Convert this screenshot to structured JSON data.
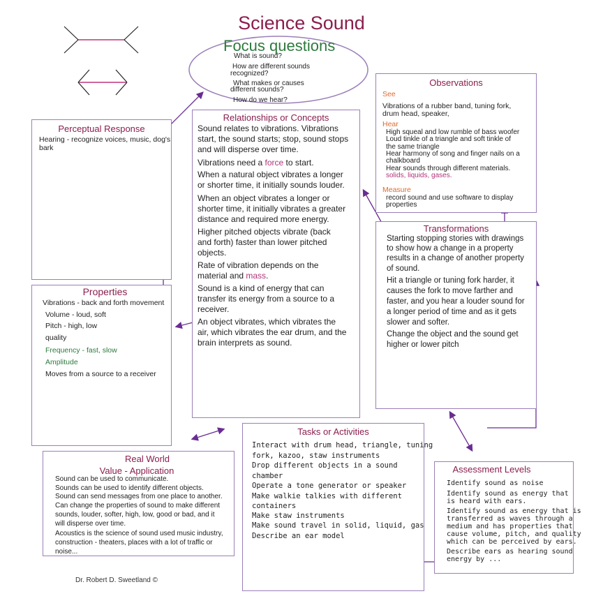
{
  "title": "Science Sound",
  "focus": {
    "heading": "Focus questions",
    "q1": "What is sound?",
    "q2a": "How are different sounds",
    "q2b": "recognized?",
    "q3a": "What makes or causes",
    "q3b": "different sounds?",
    "q4": "How do we hear?"
  },
  "perceptual": {
    "heading": "Perceptual Response",
    "l1": "Hearing - recognize voices, music, dog's",
    "l2": "bark"
  },
  "properties": {
    "heading": "Properties",
    "items": [
      "Vibrations - back and forth movement",
      "Volume - loud, soft",
      "Pitch - high, low",
      "quality",
      "Frequency - fast, slow",
      "Amplitude",
      "Moves from a source to a receiver"
    ]
  },
  "relationships": {
    "heading": "Relationships or Concepts",
    "lines": [
      "Sound relates to vibrations. Vibrations",
      "start, the sound starts; stop, sound stops",
      "and will disperse over time.",
      "Vibrations need a ",
      "force",
      " to start.",
      "When a natural object vibrates a longer",
      "or shorter time, it initially sounds louder.",
      "When an object vibrates a longer or",
      "shorter time, it initially vibrates a greater",
      "distance and required more energy.",
      "Higher pitched objects vibrate (back",
      "and forth) faster than lower pitched",
      "objects.",
      "Rate of vibration depends on the",
      "material and ",
      "mass",
      ".",
      "Sound is a kind of energy that can",
      "transfer its energy from a source to a",
      "receiver.",
      "An object vibrates, which vibrates the",
      "air, which vibrates the ear drum, and the",
      "brain interprets as sound."
    ]
  },
  "observations": {
    "heading": "Observations",
    "see_label": "See",
    "see_lines": [
      "Vibrations of a rubber band, tuning fork,",
      "drum head, speaker,"
    ],
    "hear_label": "Hear",
    "hear_lines": [
      "High squeal and low rumble of bass woofer",
      "Loud tinkle of a triangle and soft tinkle of",
      "the same triangle",
      "Hear harmony of song and finger nails on a",
      "chalkboard",
      "Hear sounds through different materials."
    ],
    "hear_colored": "solids, liquids, gases.",
    "measure_label": "Measure",
    "measure_lines": [
      "record sound and use software to display",
      "properties"
    ]
  },
  "transformations": {
    "heading": "Transformations",
    "lines": [
      "Starting stopping stories with drawings",
      "to show how a change in a property",
      "results in a change of another property",
      "of sound.",
      "Hit a triangle or tuning fork harder, it",
      "causes the fork to move farther and",
      "faster, and you hear a louder sound for",
      "a longer period of time and as it gets",
      "slower and softer.",
      "Change the object and the sound get",
      "higher or lower pitch"
    ]
  },
  "realworld": {
    "heading1": "Real World",
    "heading2": "Value - Application",
    "lines": [
      "Sound can be used to communicate.",
      "Sounds can be used to identify different objects.",
      "Sound can send messages from one place to another.",
      "Can change the properties of sound to make different",
      "sounds, louder, softer, high, low, good or bad, and it",
      "will disperse over time.",
      "Acoustics is the science of sound used music industry,",
      "construction - theaters, places with a lot of traffic or",
      "noise..."
    ]
  },
  "tasks": {
    "heading": "Tasks or Activities",
    "lines": [
      "Interact with drum head, triangle, tuning",
      "fork, kazoo, staw instruments",
      "Drop different objects in a sound",
      "chamber",
      "Operate a tone generator or speaker",
      "Make walkie talkies with different",
      "containers",
      "Make staw instruments",
      "Make sound travel in solid, liquid, gas",
      "Describe an ear model"
    ]
  },
  "assessment": {
    "heading": "Assessment Levels",
    "lines": [
      "Identify sound as noise",
      "Identify sound as energy that",
      "is heard with ears.",
      "Identify sound as energy that is",
      "transferred as waves through a",
      "medium and has properties that",
      "cause volume, pitch, and quality",
      "which can be perceived by ears.",
      "Describe ears as hearing sound",
      "energy by ..."
    ]
  },
  "credit": "Dr. Robert D. Sweetland ©",
  "colors": {
    "title": "#8a1e4e",
    "border": "#9a7fb8",
    "arrow": "#6a2c91",
    "green": "#2d7a3e",
    "pink": "#b0337a",
    "orange": "#e06a2c"
  }
}
